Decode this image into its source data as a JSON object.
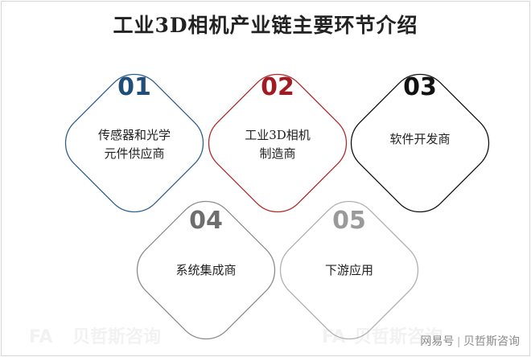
{
  "title": "工业3D相机产业链主要环节介绍",
  "nodes": [
    {
      "num": "01",
      "lines": [
        "传感器和光学",
        "元件供应商"
      ],
      "color": "#1f4e79"
    },
    {
      "num": "02",
      "lines": [
        "工业3D相机",
        "制造商"
      ],
      "color": "#a01c22"
    },
    {
      "num": "03",
      "lines": [
        "软件开发商"
      ],
      "color": "#111111"
    },
    {
      "num": "04",
      "lines": [
        "系统集成商"
      ],
      "color": "#6e6e6e"
    },
    {
      "num": "05",
      "lines": [
        "下游应用"
      ],
      "color": "#9a9a9a"
    }
  ],
  "watermark": {
    "glyph": "FA",
    "text": "贝哲斯咨询"
  },
  "footer": {
    "platform": "网易号",
    "separator": "|",
    "brand": "贝哲斯咨询"
  }
}
